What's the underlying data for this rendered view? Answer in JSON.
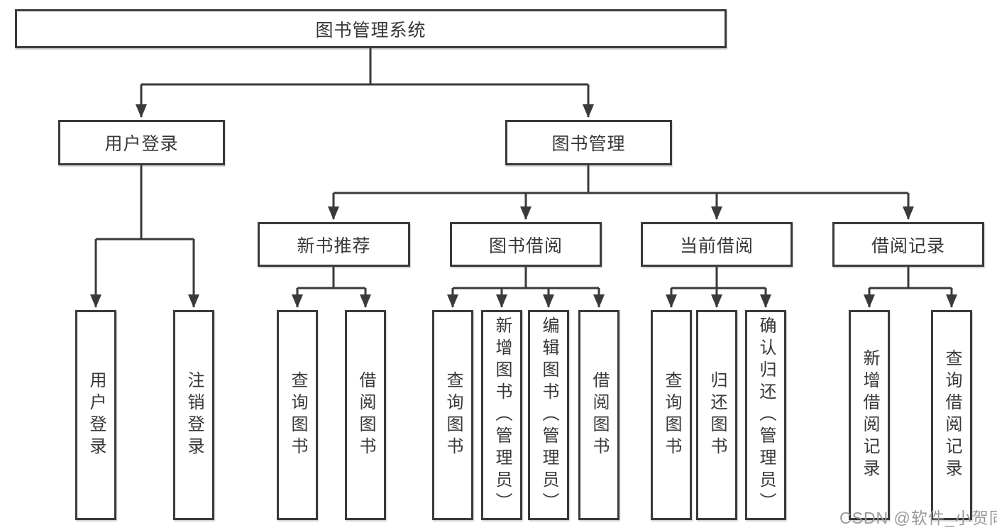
{
  "colors": {
    "line": "#3a3a3a",
    "text": "#383838",
    "box_background": "#ffffff",
    "watermark": "#9a9a9a"
  },
  "nodes": {
    "root": {
      "label": "图书管理系统"
    },
    "user_login": {
      "label": "用户登录"
    },
    "book_mgmt": {
      "label": "图书管理"
    },
    "new_books": {
      "label": "新书推荐"
    },
    "book_borrow": {
      "label": "图书借阅"
    },
    "current_borrow": {
      "label": "当前借阅"
    },
    "borrow_records": {
      "label": "借阅记录"
    },
    "leaves": {
      "user_login": [
        "用户登录",
        "注销登录"
      ],
      "new_books": [
        "查询图书",
        "借阅图书"
      ],
      "book_borrow": [
        "查询图书",
        "新增图书（管理员）",
        "编辑图书（管理员）",
        "借阅图书"
      ],
      "current_borrow": [
        "查询图书",
        "归还图书",
        "确认归还（管理员）"
      ],
      "borrow_records": [
        "新增借阅记录",
        "查询借阅记录"
      ]
    }
  },
  "structure": {
    "root_children": [
      "用户登录",
      "图书管理"
    ],
    "book_mgmt_children": [
      "新书推荐",
      "图书借阅",
      "当前借阅",
      "借阅记录"
    ]
  },
  "watermark": {
    "text": "CSDN @软件_小贺同学"
  }
}
